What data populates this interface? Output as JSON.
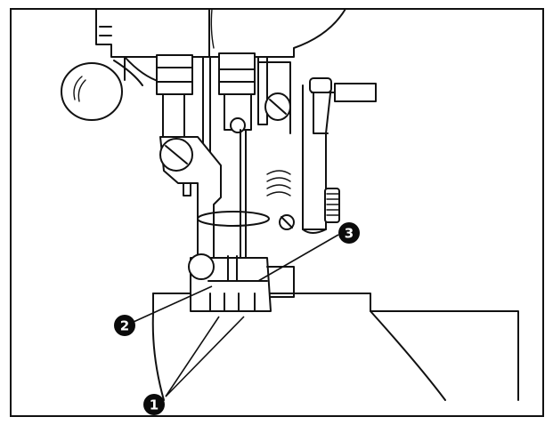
{
  "diagram": {
    "colors": {
      "ink": "#111111",
      "background": "#ffffff",
      "callout": "#0b0b0b"
    },
    "callouts": [
      {
        "id": "1",
        "label": "1"
      },
      {
        "id": "2",
        "label": "2"
      },
      {
        "id": "3",
        "label": "3"
      }
    ]
  }
}
